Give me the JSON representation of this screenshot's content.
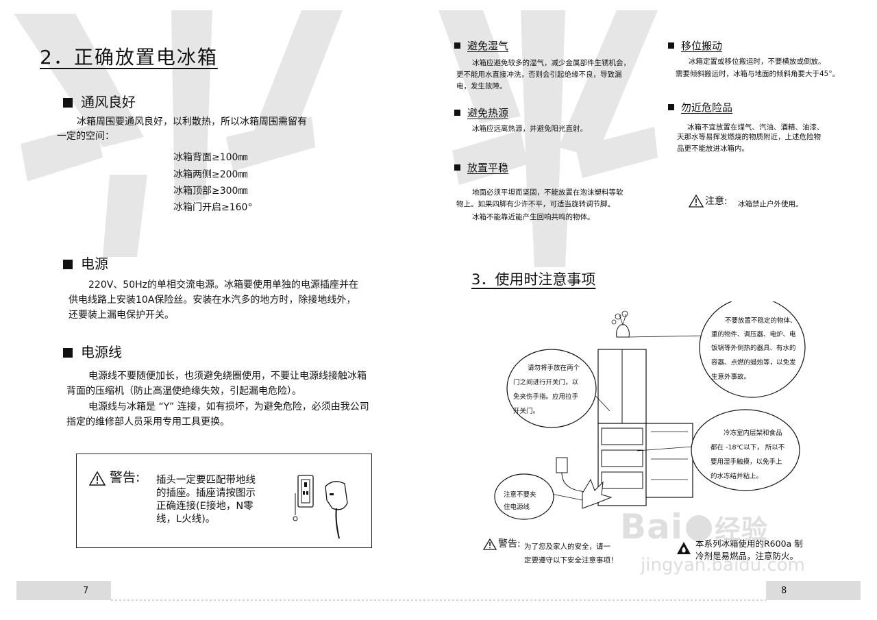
{
  "left": {
    "title": "2．正确放置电冰箱",
    "sec1": {
      "heading": "通风良好",
      "lines": [
        "冰箱周围要通风良好，以利散热，所以冰箱周围需留有",
        "一定的空间："
      ],
      "specs": [
        "冰箱背面≥100㎜",
        "冰箱两侧≥200㎜",
        "冰箱顶部≥300㎜",
        "冰箱门开启≥160°"
      ]
    },
    "sec2": {
      "heading": "电源",
      "lines": [
        "220V、50Hz的单相交流电源。冰箱要使用单独的电源插座并在",
        "供电线路上安装10A保险丝。安装在水汽多的地方时，除接地线外，",
        "还要装上漏电保护开关。"
      ]
    },
    "sec3": {
      "heading": "电源线",
      "lines": [
        "电源线不要随便加长，也须避免绕圈使用，不要让电源线接触冰箱",
        "背面的压缩机（防止高温使绝缘失效，引起漏电危险）。",
        "电源线与冰箱是 “Y” 连接，如有损坏，为避免危险，必须由我公司",
        "指定的维修部人员采用专用工具更换。"
      ]
    },
    "warning": {
      "label": "警告:",
      "lines": [
        "插头一定要匹配带地线",
        "的插座。插座请按图示",
        "正确连接(E接地，N零",
        "线，L火线)。"
      ]
    },
    "page_number": "7"
  },
  "right": {
    "humidity": {
      "heading": "避免湿气",
      "lines": [
        "冰箱应避免较多的湿气，减少金属部件生锈机会，",
        "更不能用水直接冲洗，否则会引起绝缘不良，导致漏",
        "电，发生故障。"
      ]
    },
    "heat": {
      "heading": "避免热源",
      "lines": [
        "冰箱应远离热源，并避免阳光直射。"
      ]
    },
    "stable": {
      "heading": "放置平稳",
      "lines": [
        "地面必须平坦而坚固，不能放置在泡沫塑料等软",
        "物上。如果四脚有少许不平，可适当旋转调节脚。",
        "冰箱不能靠近能产生回响共鸣的物体。"
      ]
    },
    "moving": {
      "heading": "移位搬动",
      "lines": [
        "冰箱定置或移位搬运时，不要横放或倒放。",
        "需要倾斜搬运时，冰箱与地面的倾斜角要大于45°。"
      ]
    },
    "danger": {
      "heading": "勿近危险品",
      "lines": [
        "冰箱不宜放置在煤气、汽油、酒精、油漆、",
        "天那水等易挥发燃烧的物质附近，上述危险物",
        "品更不能放进冰箱内。"
      ]
    },
    "notice": {
      "label": "注意:",
      "text": "冰箱禁止户外使用。"
    },
    "title": "3．使用时注意事项",
    "bubbles": {
      "top_right": [
        "不要放置不稳定的物体、",
        "重的物件、调压器、电炉、电",
        "饭锅等外侧热的器具、有水的",
        "容器、点燃的蜡烛等，以免发",
        "生意外事故。"
      ],
      "left": [
        "请勿将手放在两个",
        "门之间进行开关门，以",
        "免夹伤手指。应用拉手",
        "开关门。"
      ],
      "right_mid": [
        "冷冻室内层架和食品",
        "都在 -18℃以下，  所以不",
        "要用湿手触摸，以免手上",
        "的水冻结并粘上。"
      ],
      "bottom_left": [
        "注意不要夹",
        "住电源线"
      ]
    },
    "warning1": {
      "label": "警告:",
      "lines": [
        "为了您及家人的安全，请一",
        "定要遵守以下安全注意事项！"
      ]
    },
    "warning2": {
      "lines": [
        "本系列冰箱使用的R600a 制",
        "冷剂是易燃品，注意防火。"
      ]
    },
    "page_number": "8"
  },
  "watermark": {
    "brand": "Bai",
    "brand_cn": "经验",
    "url": "jingyan.baidu.com"
  }
}
